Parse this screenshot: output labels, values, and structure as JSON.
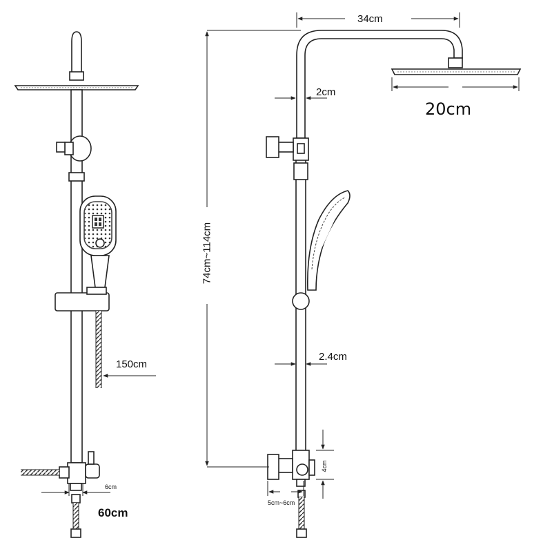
{
  "dimensions": {
    "arm_length": "34cm",
    "head_width": "20cm",
    "arm_diameter": "2cm",
    "height_range": "74cm~114cm",
    "pipe_diameter": "2.4cm",
    "hose_length": "150cm",
    "inlet_size": "6cm",
    "inlet_hose_length": "60cm",
    "valve_height": "4cm",
    "bracket_spacing": "5cm~6cm"
  },
  "colors": {
    "line": "#222222",
    "text": "#111111",
    "background": "#ffffff"
  }
}
